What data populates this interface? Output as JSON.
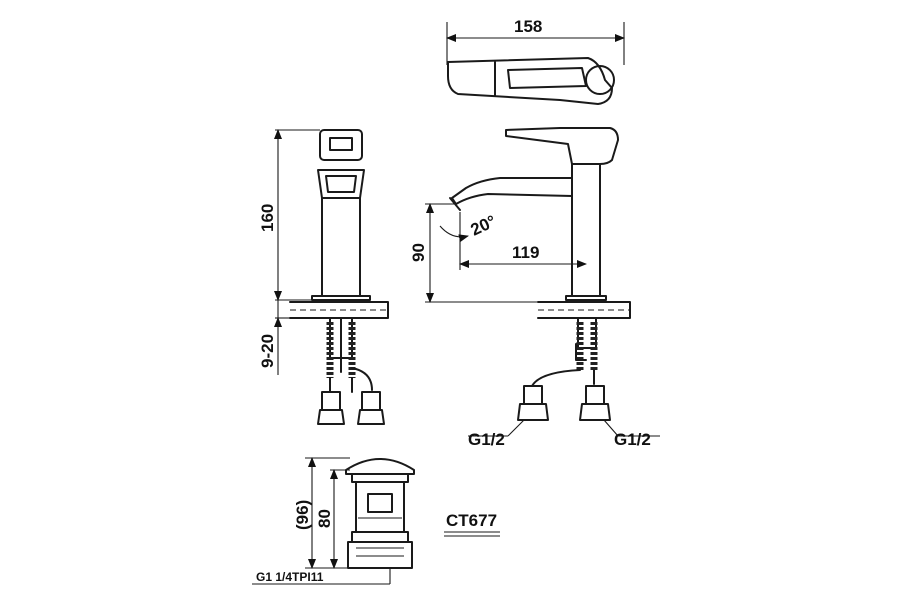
{
  "dimensions": {
    "top_width": "158",
    "height": "160",
    "counter_thickness": "9-20",
    "spout_height": "90",
    "spout_reach": "119",
    "spout_angle": "20°",
    "inlet_left": "G1/2",
    "inlet_right": "G1/2",
    "waste_outer_height": "(96)",
    "waste_height": "80",
    "waste_thread": "G1 1/4TPI11"
  },
  "model": {
    "code": "CT677"
  }
}
